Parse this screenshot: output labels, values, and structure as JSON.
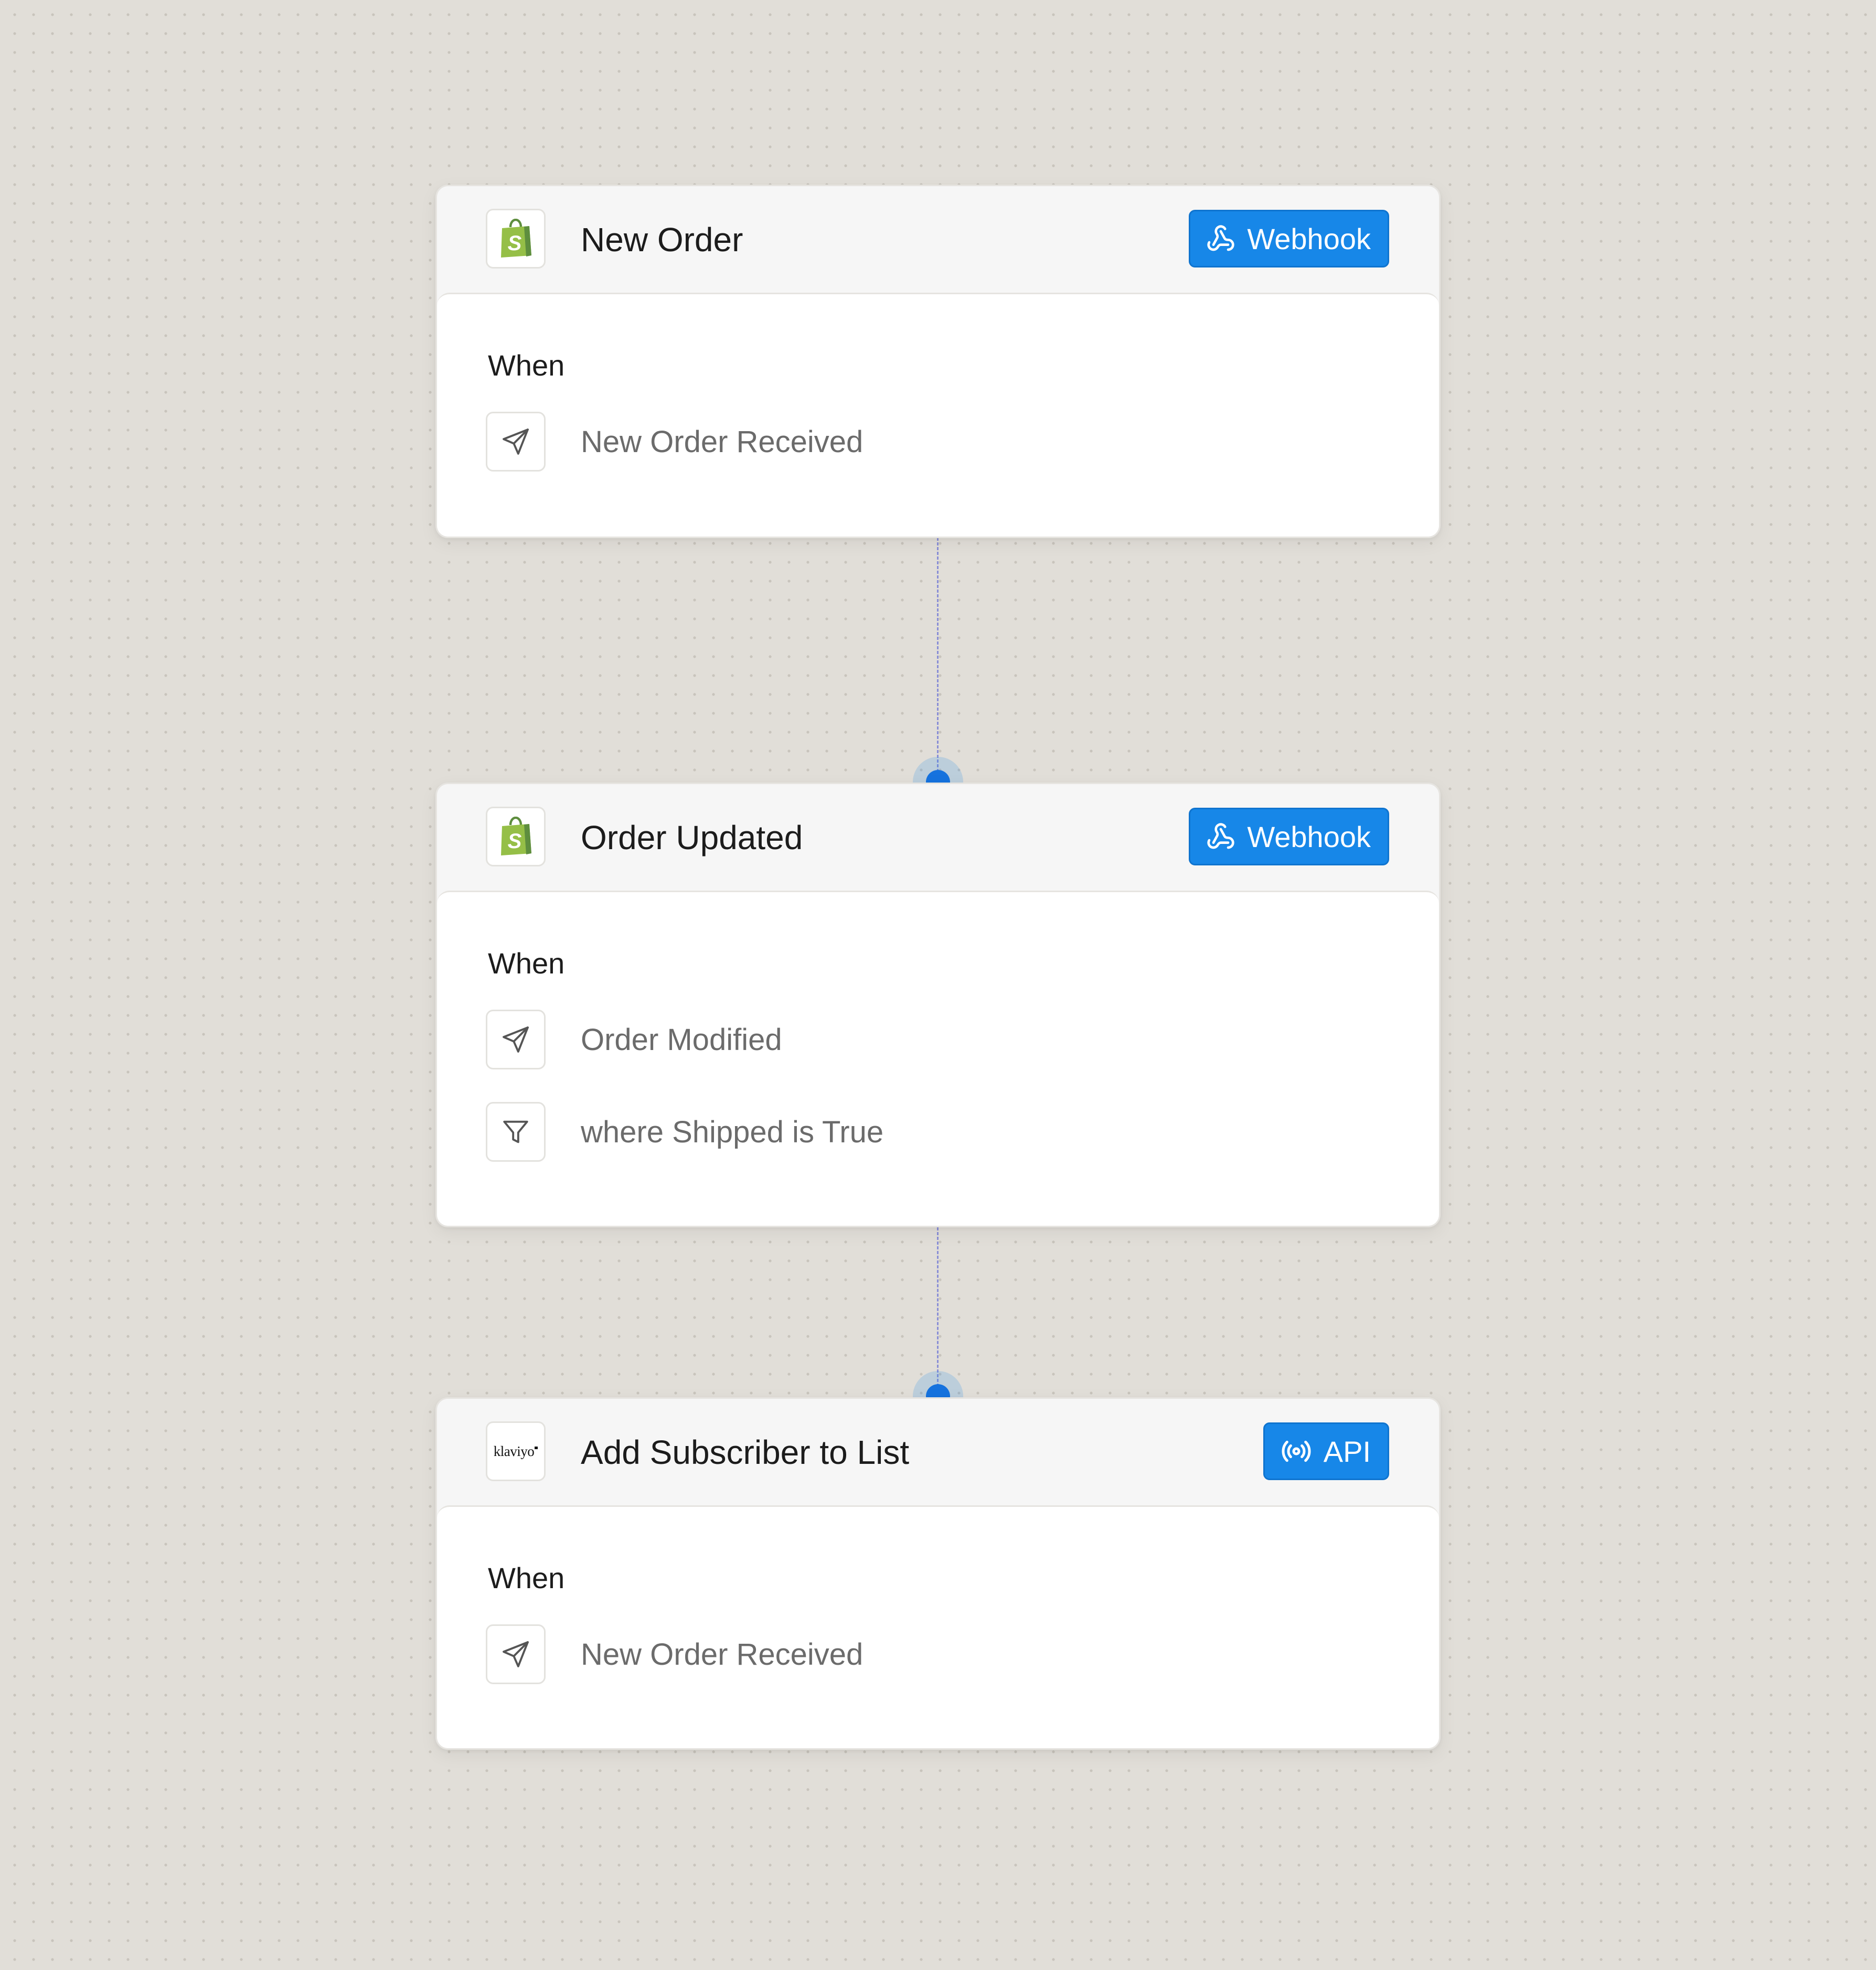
{
  "workflow": {
    "steps": [
      {
        "app_icon": "shopify-bag-icon",
        "title": "New Order",
        "badge": {
          "label": "Webhook",
          "icon": "webhook-icon"
        },
        "when_label": "When",
        "conditions": [
          {
            "icon": "send-icon",
            "text": "New Order Received"
          }
        ]
      },
      {
        "app_icon": "shopify-bag-icon",
        "title": "Order Updated",
        "badge": {
          "label": "Webhook",
          "icon": "webhook-icon"
        },
        "when_label": "When",
        "conditions": [
          {
            "icon": "send-icon",
            "text": "Order Modified"
          },
          {
            "icon": "filter-icon",
            "text": "where Shipped is True"
          }
        ]
      },
      {
        "app_icon": "klaviyo-logo",
        "app_logo_text": "klaviyo",
        "title": "Add Subscriber to List",
        "badge": {
          "label": "API",
          "icon": "broadcast-icon"
        },
        "when_label": "When",
        "conditions": [
          {
            "icon": "send-icon",
            "text": "New Order Received"
          }
        ]
      }
    ]
  },
  "colors": {
    "canvas_background": "#e1ded8",
    "badge_blue": "#1787e8",
    "connector_dot": "#1572de",
    "shopify_green": "#95bf47"
  }
}
